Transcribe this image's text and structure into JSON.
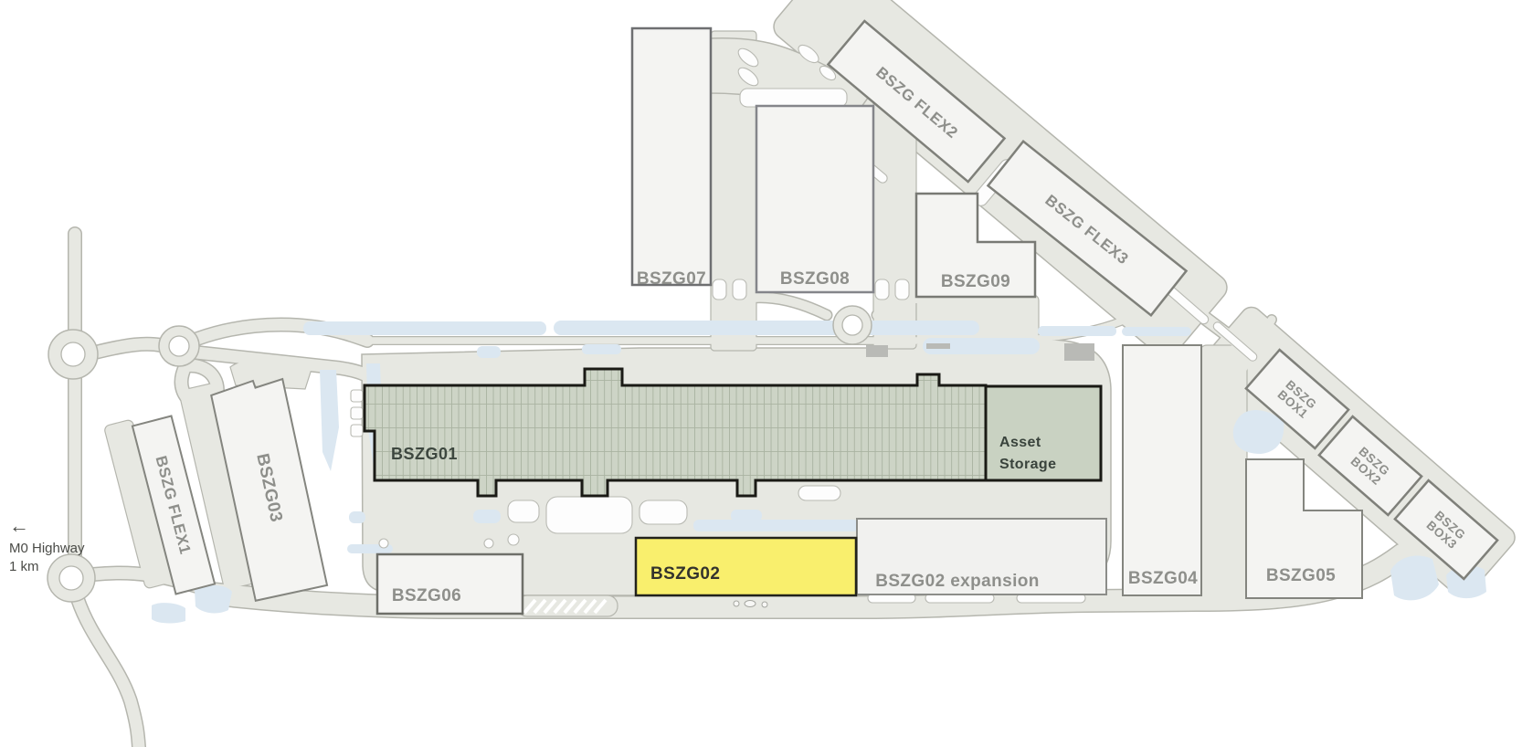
{
  "site_plan": {
    "buildings": {
      "bszg01": "BSZG01",
      "bszg02": "BSZG02",
      "bszg02_expansion": "BSZG02 expansion",
      "bszg03": "BSZG03",
      "bszg04": "BSZG04",
      "bszg05": "BSZG05",
      "bszg06": "BSZG06",
      "bszg07": "BSZG07",
      "bszg08": "BSZG08",
      "bszg09": "BSZG09",
      "flex1": "BSZG FLEX1",
      "flex2": "BSZG FLEX2",
      "flex3": "BSZG FLEX3",
      "box1": {
        "line1": "BSZG",
        "line2": "BOX1"
      },
      "box2": {
        "line1": "BSZG",
        "line2": "BOX2"
      },
      "box3": {
        "line1": "BSZG",
        "line2": "BOX3"
      },
      "asset_storage": {
        "line1": "Asset",
        "line2": "Storage"
      }
    },
    "highway_note": {
      "arrow": "←",
      "name": "M0 Highway",
      "distance": "1 km"
    },
    "highlighted_building": "BSZG02",
    "colors": {
      "road_fill": "#e7e8e2",
      "road_stroke": "#b5b6ae",
      "water": "#dbe7f1",
      "building_fill": "#f4f4f2",
      "building_stroke": "#84857f",
      "building_label": "#8e8f8b",
      "bszg01_fill": "#cdd4c6",
      "bszg01_grid": "#a9b3a1",
      "bszg01_outline": "#1a1a15",
      "asset_storage_fill": "#c9d2c2",
      "highlight_fill": "#f9ef6d",
      "highlight_outline": "#22221c",
      "dark_label": "#33332d",
      "parking_gray": "#b9bab6"
    }
  }
}
